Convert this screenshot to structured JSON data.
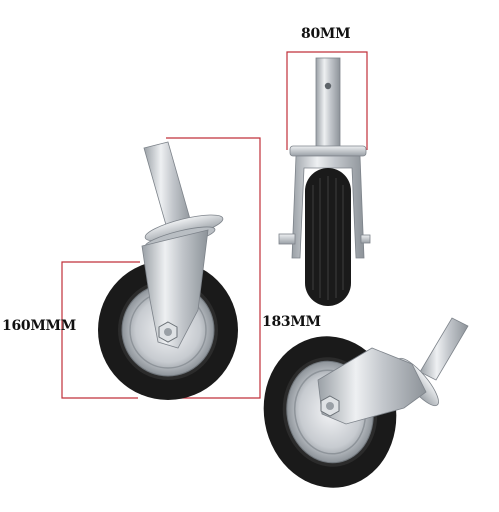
{
  "dimensions": {
    "width_label": "80MM",
    "wheel_diameter_label": "160MMM",
    "total_height_label": "183MM"
  },
  "colors": {
    "dimension_line": "#c0303a",
    "tire": "#1a1a1a",
    "metal": "#c9ccd0",
    "label_text": "#111111"
  },
  "items": [
    {
      "name": "caster-wheel-front-view"
    },
    {
      "name": "caster-wheel-side-view"
    },
    {
      "name": "caster-wheel-tilted-view"
    }
  ]
}
